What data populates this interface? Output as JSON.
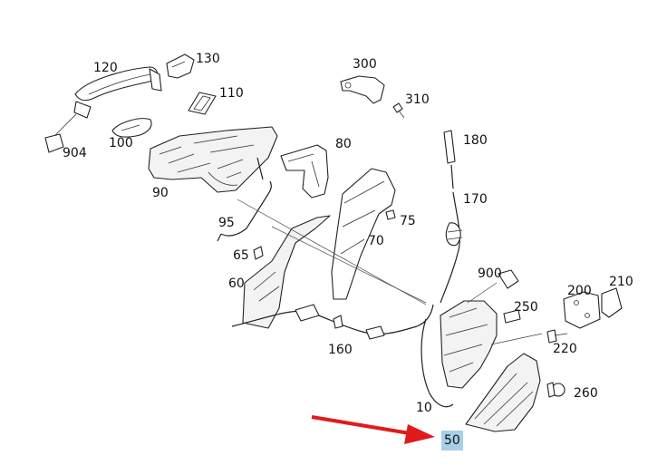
{
  "diagram": {
    "parts": [
      {
        "id": "p120",
        "label": "120"
      },
      {
        "id": "p130",
        "label": "130"
      },
      {
        "id": "p110",
        "label": "110"
      },
      {
        "id": "p100",
        "label": "100"
      },
      {
        "id": "p904",
        "label": "904"
      },
      {
        "id": "p90",
        "label": "90"
      },
      {
        "id": "p80",
        "label": "80"
      },
      {
        "id": "p300",
        "label": "300"
      },
      {
        "id": "p310",
        "label": "310"
      },
      {
        "id": "p180",
        "label": "180"
      },
      {
        "id": "p170",
        "label": "170"
      },
      {
        "id": "p95",
        "label": "95"
      },
      {
        "id": "p75",
        "label": "75"
      },
      {
        "id": "p70",
        "label": "70"
      },
      {
        "id": "p65",
        "label": "65"
      },
      {
        "id": "p60",
        "label": "60"
      },
      {
        "id": "p160",
        "label": "160"
      },
      {
        "id": "p900",
        "label": "900"
      },
      {
        "id": "p250",
        "label": "250"
      },
      {
        "id": "p200",
        "label": "200"
      },
      {
        "id": "p210",
        "label": "210"
      },
      {
        "id": "p220",
        "label": "220"
      },
      {
        "id": "p260",
        "label": "260"
      },
      {
        "id": "p10",
        "label": "10"
      }
    ],
    "highlighted": {
      "label": "50",
      "highlight_color": "#a8cfe8"
    },
    "arrow_color": "#e01b1b"
  }
}
